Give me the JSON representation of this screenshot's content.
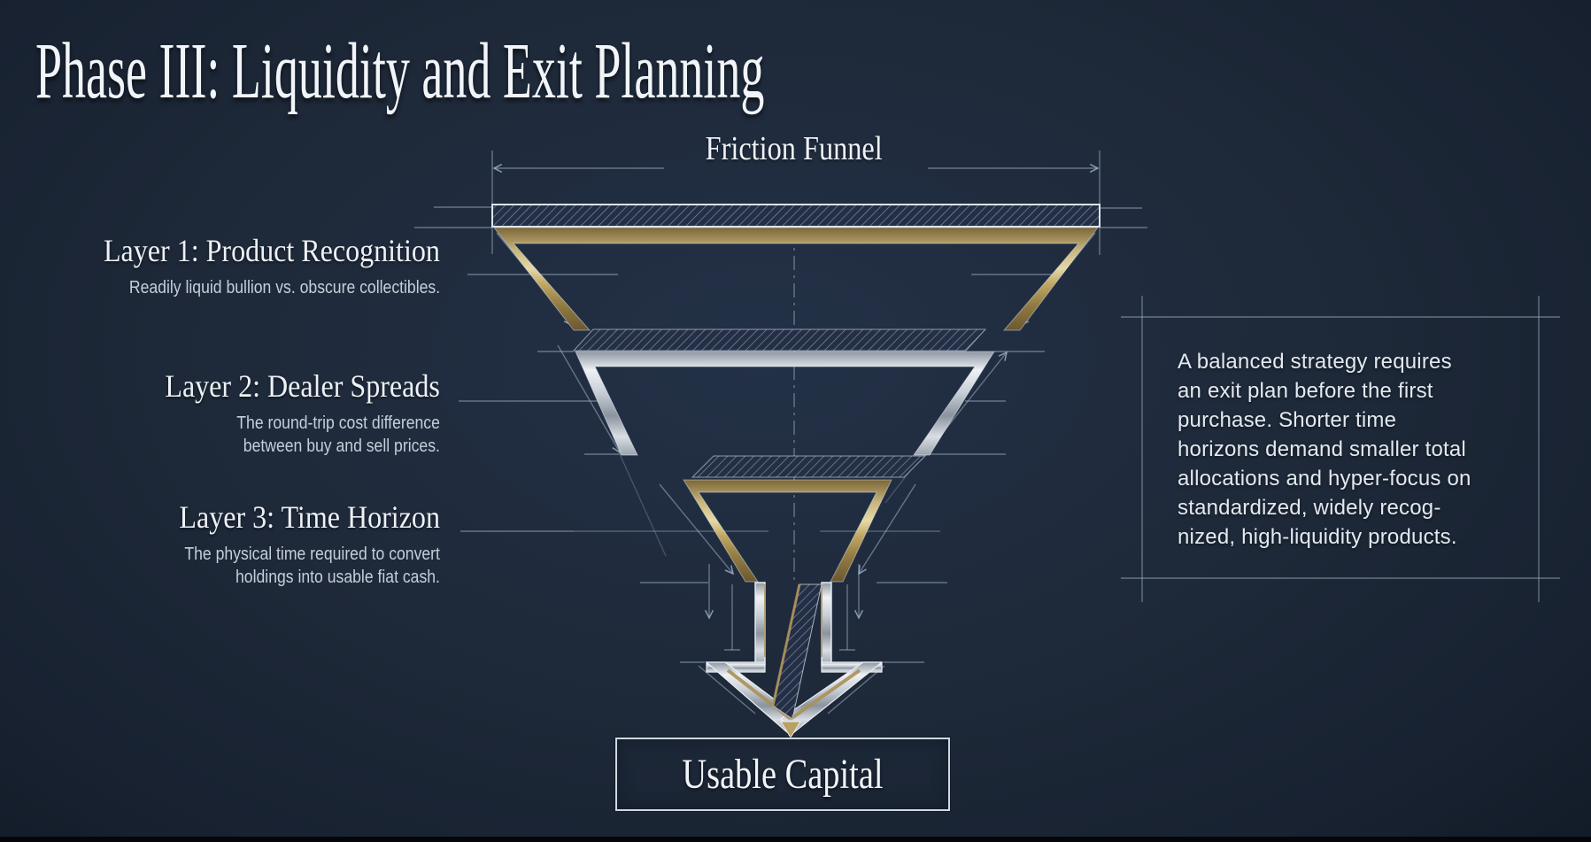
{
  "page": {
    "title": "Phase III: Liquidity and Exit Planning"
  },
  "funnel": {
    "label": "Friction Funnel",
    "output_label": "Usable Capital"
  },
  "layers": [
    {
      "heading": "Layer 1: Product Recognition",
      "description": "Readily liquid bullion vs. obscure collectibles."
    },
    {
      "heading": "Layer 2: Dealer Spreads",
      "description": "The round-trip cost difference\nbetween buy and sell prices."
    },
    {
      "heading": "Layer 3: Time Horizon",
      "description": "The physical time required to convert\nholdings into usable fiat cash."
    }
  ],
  "note": {
    "text": "A balanced strategy requires\nan exit plan before the first\npurchase. Shorter time\nhorizons demand smaller total\nallocations and hyper-focus on\nstandardized, widely recog-\nnized, high-liquidity products."
  },
  "colors": {
    "background": "#1e2939",
    "gold": "#bfa763",
    "silver": "#c7ced6",
    "blueprint_line": "#9fb1c6",
    "text": "#eef1f6"
  }
}
